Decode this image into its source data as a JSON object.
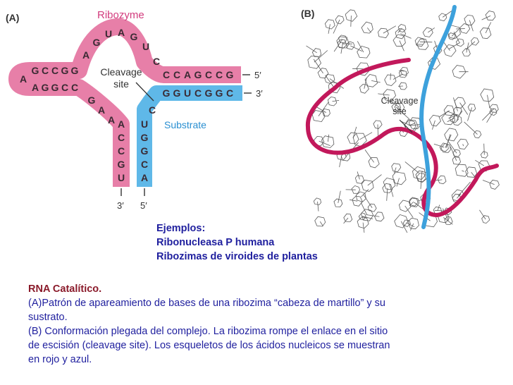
{
  "figA": {
    "panel_label": "(A)",
    "ribozyme_label": "Ribozyme",
    "cleavage_label_1": "Cleavage",
    "cleavage_label_2": "site",
    "substrate_label": "Substrate",
    "end_5_right": "5′",
    "end_3_right": "3′",
    "end_3_bottom": "3′",
    "end_5_bottom": "5′",
    "colors": {
      "ribozyme": "#e77fa8",
      "substrate": "#5fb8e8",
      "substrate_text": "#2a8fd1",
      "ribozyme_text": "#d23b7d"
    },
    "loop_bases": [
      "A",
      "G",
      "U",
      "A",
      "G",
      "U",
      "C"
    ],
    "top_left_bases": [
      "G",
      "C",
      "C",
      "G",
      "G"
    ],
    "bottom_left_bases": [
      "A",
      "G",
      "G",
      "C",
      "C"
    ],
    "left_end_base": "A",
    "ribozyme_right_bases": [
      "C",
      "C",
      "A",
      "G",
      "C",
      "C",
      "G"
    ],
    "substrate_right_bases": [
      "G",
      "G",
      "U",
      "C",
      "G",
      "G",
      "C"
    ],
    "diagonal_bases": [
      "G",
      "A",
      "A"
    ],
    "substrate_c": "C",
    "ribozyme_stem_bases": [
      "A",
      "C",
      "C",
      "G",
      "U"
    ],
    "substrate_stem_bases": [
      "U",
      "G",
      "G",
      "C",
      "A"
    ]
  },
  "figB": {
    "panel_label": "(B)",
    "cleavage_label_1": "Cleavage",
    "cleavage_label_2": "site",
    "colors": {
      "red_backbone": "#c2185b",
      "blue_backbone": "#3da1dc"
    }
  },
  "examples": {
    "line1": "Ejemplos:",
    "line2": "Ribonucleasa P humana",
    "line3": "Ribozimas de viroides de plantas"
  },
  "caption": {
    "title": "RNA Catalítico.",
    "line1": "(A)Patrón de apareamiento de bases de una ribozima “cabeza de martillo” y su",
    "line2": "sustrato.",
    "line3": "(B) Conformación plegada del complejo. La ribozima rompe el enlace en el sitio",
    "line4": "de  escisión (cleavage site). Los esqueletos de los ácidos nucleicos se muestran",
    "line5": "en rojo y azul."
  }
}
